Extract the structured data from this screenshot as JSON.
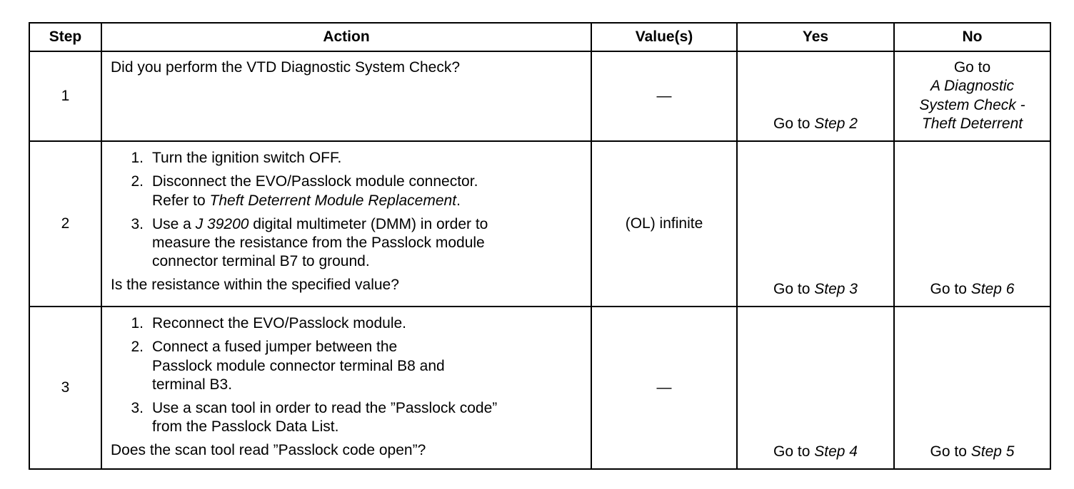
{
  "headers": {
    "step": "Step",
    "action": "Action",
    "values": "Value(s)",
    "yes": "Yes",
    "no": "No"
  },
  "rows": [
    {
      "step": "1",
      "question": "Did you perform the VTD Diagnostic System Check?",
      "value": "—",
      "yes_prefix": "Go to ",
      "yes_ref": "Step 2",
      "no_prefix": "Go to",
      "no_ref_1": "A Diagnostic",
      "no_ref_2": "System Check -",
      "no_ref_3": "Theft Deterrent"
    },
    {
      "step": "2",
      "items": [
        {
          "num": "1.",
          "text": "Turn the ignition switch OFF."
        },
        {
          "num": "2.",
          "text_1": "Disconnect the EVO/Passlock module connector.",
          "text_2": "Refer to ",
          "ref": "Theft Deterrent Module Replacement",
          "text_3": "."
        },
        {
          "num": "3.",
          "text_1": "Use a ",
          "ref": "J 39200",
          "text_2": " digital multimeter (DMM) in order to",
          "text_3": "measure the resistance from the Passlock module",
          "text_4": "connector terminal B7 to ground."
        }
      ],
      "question": "Is the resistance within the specified value?",
      "value": "(OL) infinite",
      "yes_prefix": "Go to ",
      "yes_ref": "Step 3",
      "no_prefix": "Go to ",
      "no_ref": "Step 6"
    },
    {
      "step": "3",
      "items": [
        {
          "num": "1.",
          "text": "Reconnect the EVO/Passlock module."
        },
        {
          "num": "2.",
          "text_1": "Connect a fused jumper between the",
          "text_2": "Passlock module connector terminal B8 and",
          "text_3": "terminal B3."
        },
        {
          "num": "3.",
          "text_1": "Use a scan tool in order to read the ”Passlock code”",
          "text_2": "from the Passlock Data List."
        }
      ],
      "question": "Does the scan tool read ”Passlock code open”?",
      "value": "—",
      "yes_prefix": "Go to ",
      "yes_ref": "Step 4",
      "no_prefix": "Go to ",
      "no_ref": "Step 5"
    }
  ]
}
